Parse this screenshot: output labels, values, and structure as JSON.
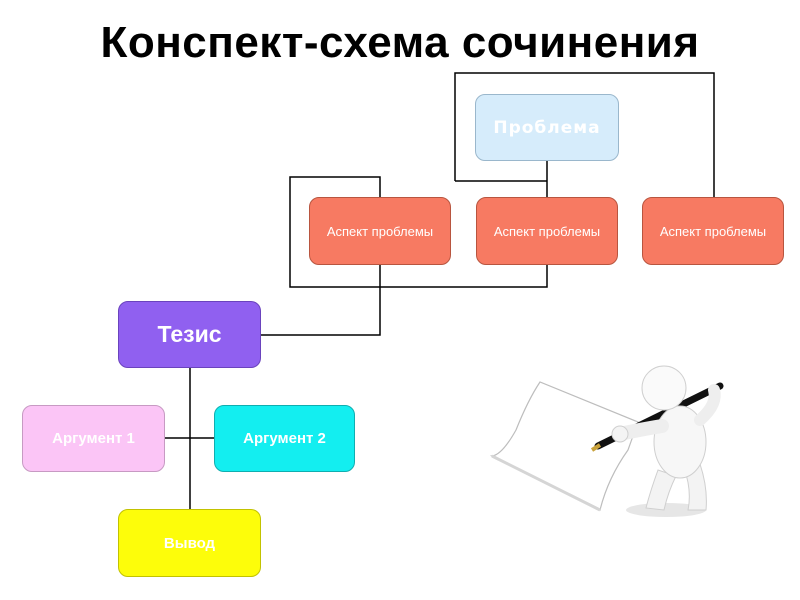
{
  "title": "Конспект-схема сочинения",
  "nodes": {
    "problem": "Проблема",
    "aspects": [
      "Аспект проблемы",
      "Аспект проблемы",
      "Аспект проблемы"
    ],
    "thesis": "Тезис",
    "arguments": [
      "Аргумент 1",
      "Аргумент 2"
    ],
    "conclusion": "Вывод"
  },
  "colors": {
    "problem": "#d6ecfb",
    "aspect": "#f77a62",
    "thesis": "#9060f0",
    "argument_1": "#fbc5f6",
    "argument_2": "#13eef0",
    "conclusion": "#fdfd0a",
    "connector": "#000000"
  },
  "illustration": "person-writing-with-pen-icon"
}
